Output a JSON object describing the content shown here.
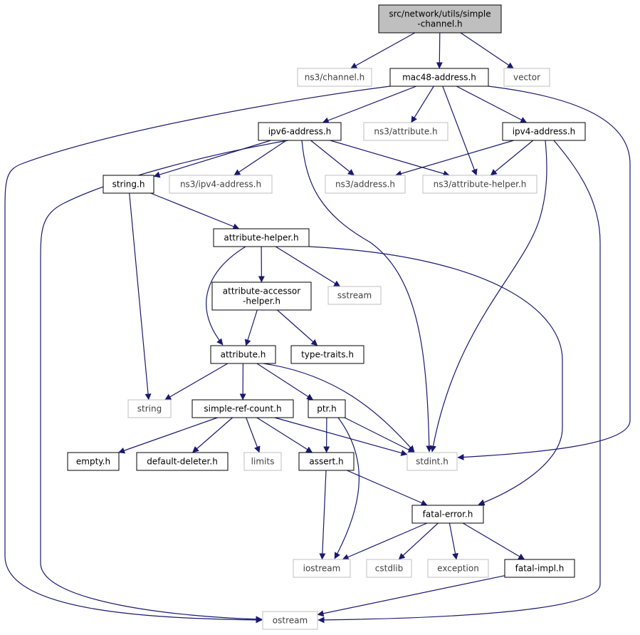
{
  "diagram": {
    "type": "include-dependency-graph",
    "colors": {
      "edge": "#191970",
      "root_fill": "#bfbfbf",
      "root_border": "#000000",
      "local_border": "#000000",
      "external_border": "#bfbfbf",
      "external_text": "#404040",
      "text": "#000000"
    },
    "nodes": [
      {
        "id": "root",
        "lines": [
          "src/network/utils/simple",
          "-channel.h"
        ],
        "kind": "root"
      },
      {
        "id": "ns3-channel",
        "lines": [
          "ns3/channel.h"
        ],
        "kind": "external"
      },
      {
        "id": "mac48",
        "lines": [
          "mac48-address.h"
        ],
        "kind": "local"
      },
      {
        "id": "vector",
        "lines": [
          "vector"
        ],
        "kind": "external"
      },
      {
        "id": "ipv6",
        "lines": [
          "ipv6-address.h"
        ],
        "kind": "local"
      },
      {
        "id": "ns3-attribute",
        "lines": [
          "ns3/attribute.h"
        ],
        "kind": "external"
      },
      {
        "id": "ipv4",
        "lines": [
          "ipv4-address.h"
        ],
        "kind": "local"
      },
      {
        "id": "string-h",
        "lines": [
          "string.h"
        ],
        "kind": "local"
      },
      {
        "id": "ns3-ipv4",
        "lines": [
          "ns3/ipv4-address.h"
        ],
        "kind": "external"
      },
      {
        "id": "ns3-address",
        "lines": [
          "ns3/address.h"
        ],
        "kind": "external"
      },
      {
        "id": "ns3-attr-helper",
        "lines": [
          "ns3/attribute-helper.h"
        ],
        "kind": "external"
      },
      {
        "id": "attr-helper",
        "lines": [
          "attribute-helper.h"
        ],
        "kind": "local"
      },
      {
        "id": "attr-accessor",
        "lines": [
          "attribute-accessor",
          "-helper.h"
        ],
        "kind": "local"
      },
      {
        "id": "sstream",
        "lines": [
          "sstream"
        ],
        "kind": "external"
      },
      {
        "id": "attribute-h",
        "lines": [
          "attribute.h"
        ],
        "kind": "local"
      },
      {
        "id": "type-traits",
        "lines": [
          "type-traits.h"
        ],
        "kind": "local"
      },
      {
        "id": "string",
        "lines": [
          "string"
        ],
        "kind": "external"
      },
      {
        "id": "simple-ref",
        "lines": [
          "simple-ref-count.h"
        ],
        "kind": "local"
      },
      {
        "id": "ptr",
        "lines": [
          "ptr.h"
        ],
        "kind": "local"
      },
      {
        "id": "empty",
        "lines": [
          "empty.h"
        ],
        "kind": "local"
      },
      {
        "id": "default-deleter",
        "lines": [
          "default-deleter.h"
        ],
        "kind": "local"
      },
      {
        "id": "limits",
        "lines": [
          "limits"
        ],
        "kind": "external"
      },
      {
        "id": "assert",
        "lines": [
          "assert.h"
        ],
        "kind": "local"
      },
      {
        "id": "stdint",
        "lines": [
          "stdint.h"
        ],
        "kind": "external"
      },
      {
        "id": "fatal-error",
        "lines": [
          "fatal-error.h"
        ],
        "kind": "local"
      },
      {
        "id": "iostream",
        "lines": [
          "iostream"
        ],
        "kind": "external"
      },
      {
        "id": "cstdlib",
        "lines": [
          "cstdlib"
        ],
        "kind": "external"
      },
      {
        "id": "exception",
        "lines": [
          "exception"
        ],
        "kind": "external"
      },
      {
        "id": "fatal-impl",
        "lines": [
          "fatal-impl.h"
        ],
        "kind": "local"
      },
      {
        "id": "ostream",
        "lines": [
          "ostream"
        ],
        "kind": "external"
      }
    ],
    "edges": [
      [
        "root",
        "ns3-channel"
      ],
      [
        "root",
        "mac48"
      ],
      [
        "root",
        "vector"
      ],
      [
        "mac48",
        "ipv6"
      ],
      [
        "mac48",
        "ns3-attribute"
      ],
      [
        "mac48",
        "ipv4"
      ],
      [
        "mac48",
        "ns3-attr-helper"
      ],
      [
        "mac48",
        "stdint"
      ],
      [
        "mac48",
        "ostream"
      ],
      [
        "ipv6",
        "string-h"
      ],
      [
        "ipv6",
        "ns3-ipv4"
      ],
      [
        "ipv6",
        "ns3-address"
      ],
      [
        "ipv6",
        "ns3-attr-helper"
      ],
      [
        "ipv6",
        "stdint"
      ],
      [
        "ipv6",
        "ostream"
      ],
      [
        "ipv4",
        "ns3-address"
      ],
      [
        "ipv4",
        "ns3-attr-helper"
      ],
      [
        "ipv4",
        "stdint"
      ],
      [
        "ipv4",
        "ostream"
      ],
      [
        "string-h",
        "attr-helper"
      ],
      [
        "string-h",
        "string"
      ],
      [
        "attr-helper",
        "attr-accessor"
      ],
      [
        "attr-helper",
        "sstream"
      ],
      [
        "attr-helper",
        "attribute-h"
      ],
      [
        "attr-helper",
        "fatal-error"
      ],
      [
        "attr-accessor",
        "attribute-h"
      ],
      [
        "attr-accessor",
        "type-traits"
      ],
      [
        "attribute-h",
        "string"
      ],
      [
        "attribute-h",
        "simple-ref"
      ],
      [
        "attribute-h",
        "ptr"
      ],
      [
        "attribute-h",
        "stdint"
      ],
      [
        "simple-ref",
        "empty"
      ],
      [
        "simple-ref",
        "default-deleter"
      ],
      [
        "simple-ref",
        "limits"
      ],
      [
        "simple-ref",
        "assert"
      ],
      [
        "simple-ref",
        "stdint"
      ],
      [
        "ptr",
        "assert"
      ],
      [
        "ptr",
        "stdint"
      ],
      [
        "ptr",
        "iostream"
      ],
      [
        "assert",
        "iostream"
      ],
      [
        "assert",
        "fatal-error"
      ],
      [
        "fatal-error",
        "iostream"
      ],
      [
        "fatal-error",
        "cstdlib"
      ],
      [
        "fatal-error",
        "exception"
      ],
      [
        "fatal-error",
        "fatal-impl"
      ],
      [
        "fatal-impl",
        "ostream"
      ]
    ]
  }
}
